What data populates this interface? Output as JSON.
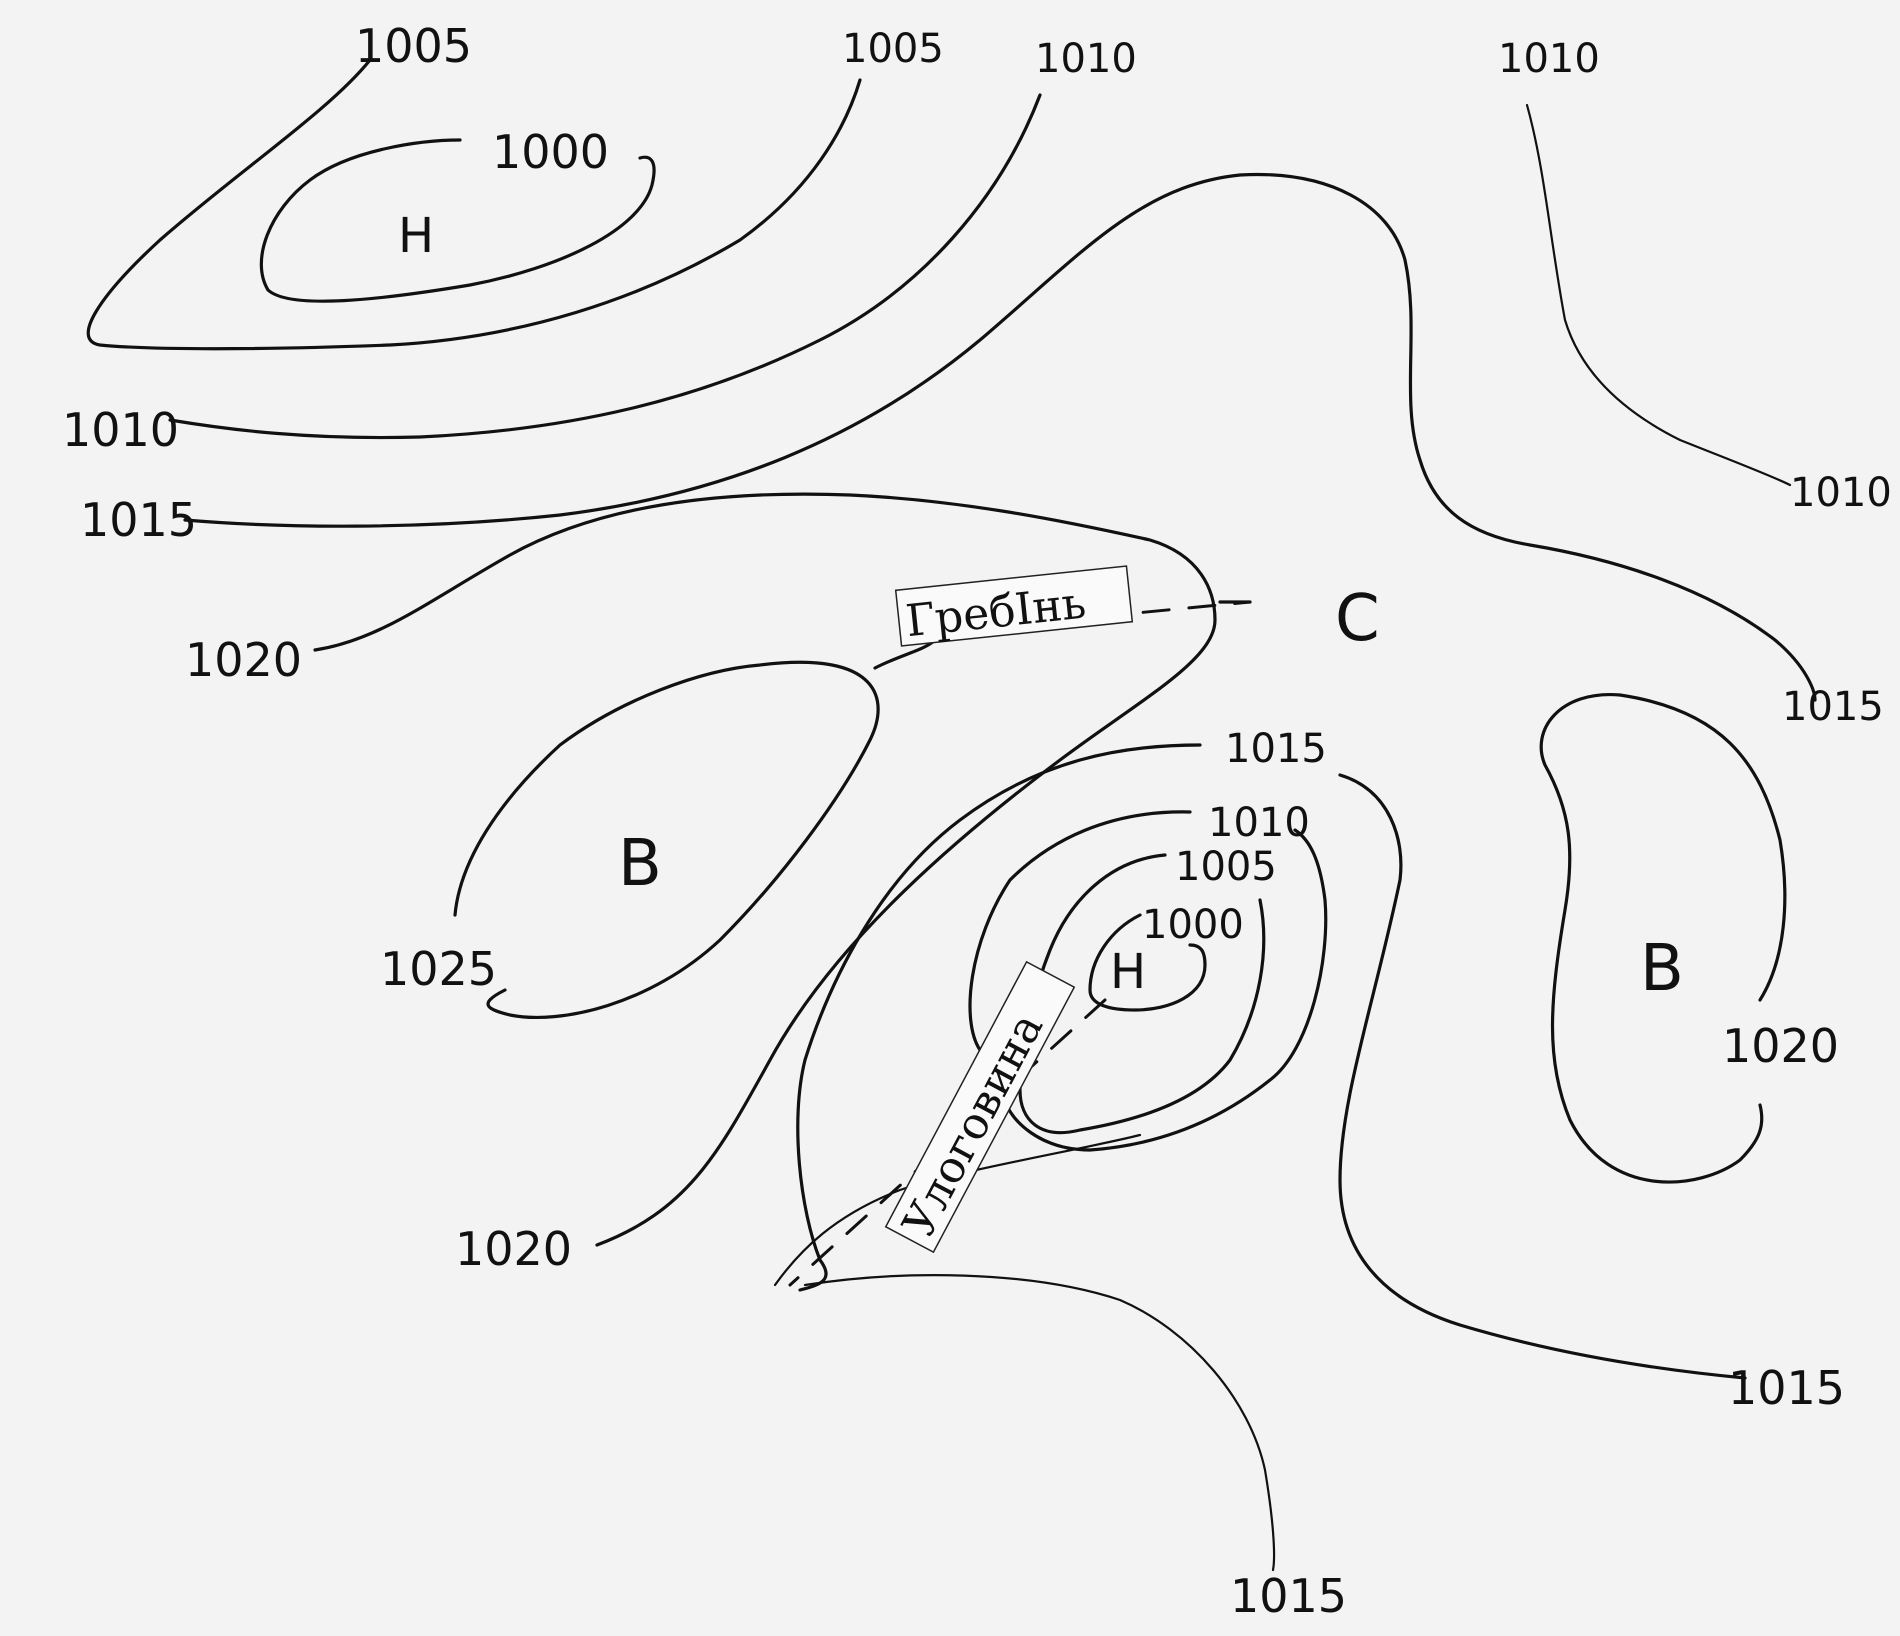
{
  "isobars": {
    "top_1005_left": "1005",
    "top_1005_mid": "1005",
    "top_1010_a": "1010",
    "top_1010_b": "1010",
    "nw_1000": "1000",
    "left_1010": "1010",
    "left_1015": "1015",
    "left_1020": "1020",
    "right_1010": "1010",
    "right_1015": "1015",
    "west_1025": "1025",
    "low2_1015": "1015",
    "low2_1010": "1010",
    "low2_1005": "1005",
    "low2_1000": "1000",
    "east_1020": "1020",
    "bottom_1020": "1020",
    "se_1015": "1015",
    "bottom_1015": "1015"
  },
  "centers": {
    "low_nw": "Н",
    "high_west": "В",
    "saddle": "С",
    "low_center": "Н",
    "high_east": "В"
  },
  "axes": {
    "ridge": "ГребІнь",
    "trough": "Улоговина"
  }
}
